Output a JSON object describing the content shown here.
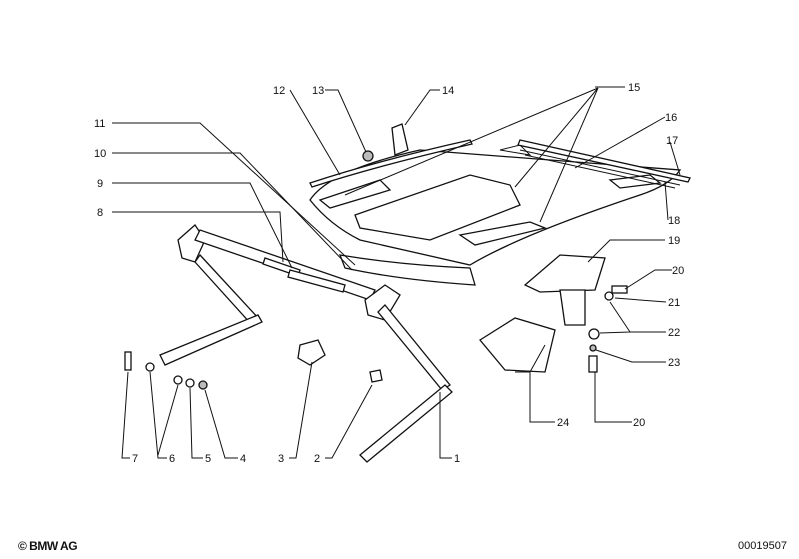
{
  "diagram": {
    "callouts": {
      "c1": "1",
      "c2": "2",
      "c3": "3",
      "c4": "4",
      "c5": "5",
      "c6": "6",
      "c7": "7",
      "c8": "8",
      "c9": "9",
      "c10": "10",
      "c11": "11",
      "c12": "12",
      "c13": "13",
      "c14": "14",
      "c15": "15",
      "c16": "16",
      "c17": "17",
      "c18": "18",
      "c19": "19",
      "c20a": "20",
      "c21": "21",
      "c22": "22",
      "c23": "23",
      "c20b": "20",
      "c24": "24"
    }
  },
  "footer": {
    "copyright": "© BMW AG",
    "document_number": "00019507"
  }
}
